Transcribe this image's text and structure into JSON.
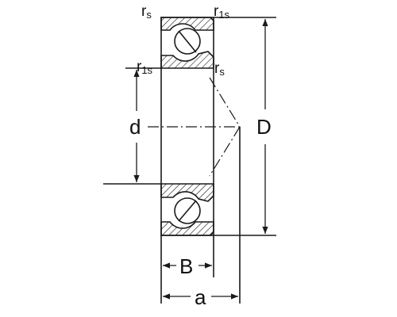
{
  "labels": {
    "rs_top": {
      "main": "r",
      "sub": "s"
    },
    "r1s_top": {
      "main": "r",
      "sub": "1s"
    },
    "r1s_left": {
      "main": "r",
      "sub": "1s"
    },
    "rs_right": {
      "main": "r",
      "sub": "s"
    },
    "bore_diameter": "d",
    "outer_diameter": "D",
    "width": "B",
    "load_center": "a"
  },
  "colors": {
    "line": "#1a1a1a",
    "background": "#ffffff"
  }
}
